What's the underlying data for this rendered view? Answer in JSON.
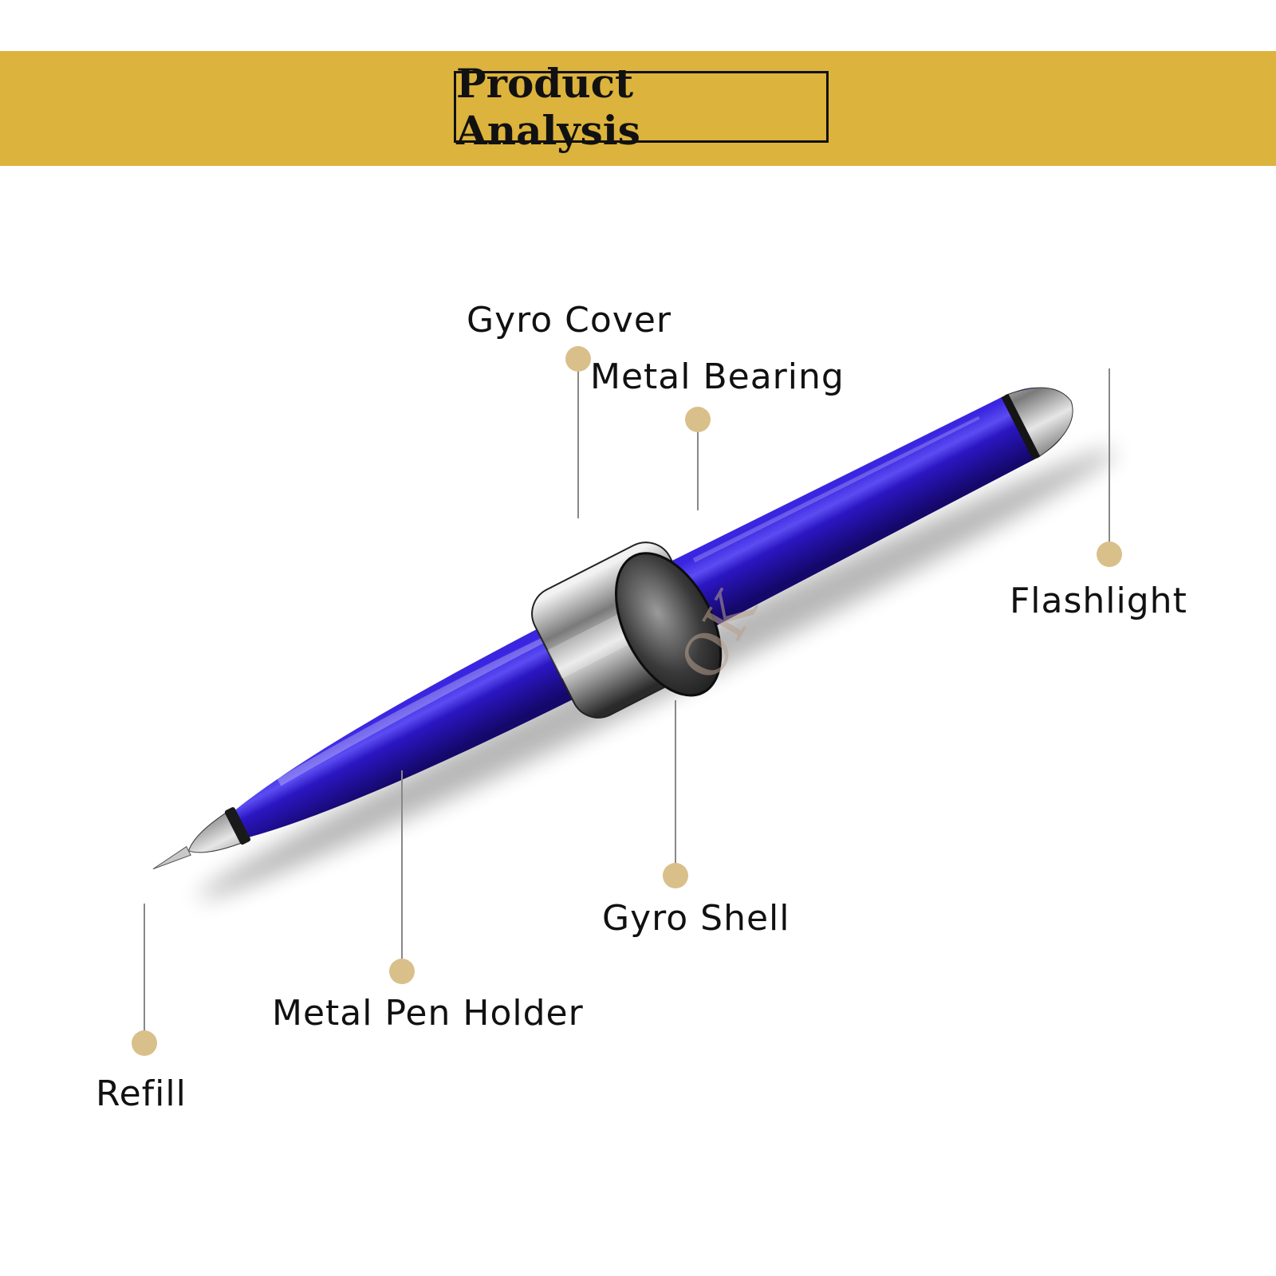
{
  "header": {
    "title": "Product Analysis",
    "banner_color": "#dcb33c"
  },
  "product": {
    "body_color": "#2a13b8",
    "engraving": "OK"
  },
  "callouts": {
    "gyro_cover": "Gyro Cover",
    "metal_bearing": "Metal Bearing",
    "flashlight": "Flashlight",
    "gyro_shell": "Gyro Shell",
    "metal_pen_holder": "Metal Pen Holder",
    "refill": "Refill"
  },
  "colors": {
    "dot": "#d9c08a",
    "leader": "#888888"
  }
}
